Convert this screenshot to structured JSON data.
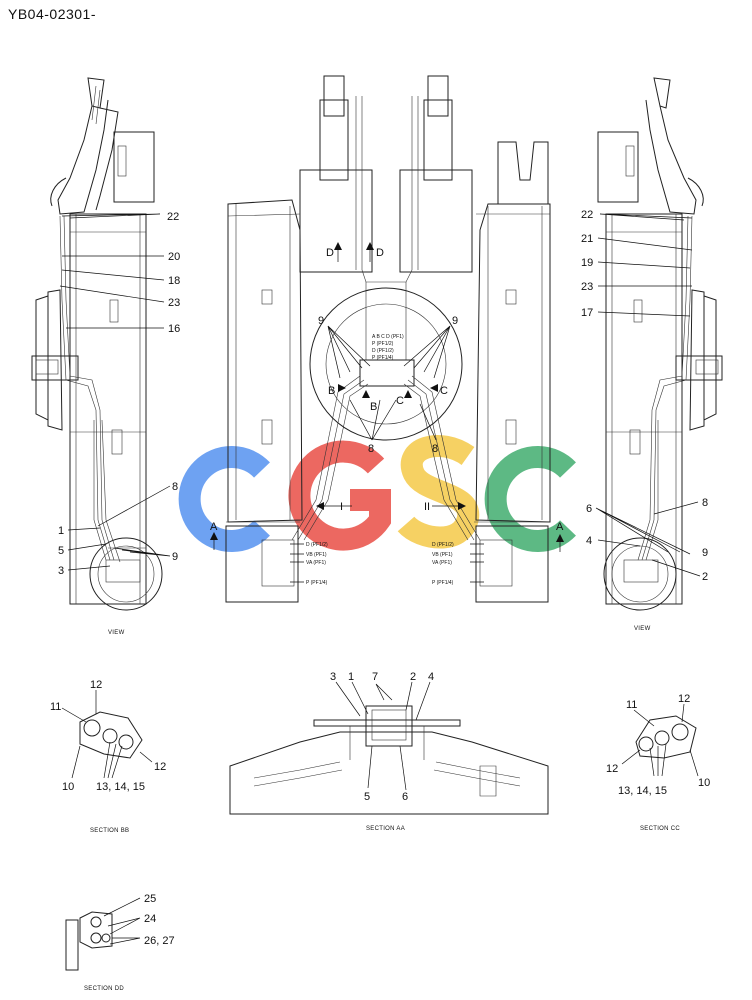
{
  "document": {
    "code": "YB04-02301-"
  },
  "watermark": {
    "letters": [
      "C",
      "G",
      "S",
      "C"
    ],
    "colors": [
      "#4f8ef0",
      "#e8473f",
      "#f5c842",
      "#3aaa6a"
    ]
  },
  "main_view": {
    "section_arrows": {
      "a_left": "A",
      "a_right": "A",
      "b_left": "B",
      "b_mid": "B",
      "c_mid": "C",
      "c_right": "C",
      "d_left": "D",
      "d_right": "D"
    },
    "flow_marks": {
      "left": "I",
      "right": "II"
    },
    "port_labels_left": [
      "D (PF1/2)",
      "VB (PF1)",
      "VA (PF1)",
      "P (PF1/4)"
    ],
    "port_labels_right": [
      "D (PF1/2)",
      "VB (PF1)",
      "VA (PF1)",
      "P (PF1/4)"
    ],
    "center_note": [
      "A B C D (PF1)",
      "P (PF1/2)",
      "D (PF1/2)",
      "P (PF1/4)"
    ],
    "callouts": {
      "nine_left": "9",
      "nine_right": "9",
      "eight_left": "8",
      "eight_right": "8"
    }
  },
  "left_view": {
    "caption": "VIEW",
    "callouts": [
      "22",
      "20",
      "18",
      "23",
      "16",
      "8",
      "1",
      "5",
      "3",
      "9"
    ]
  },
  "right_view": {
    "caption": "VIEW",
    "callouts": [
      "22",
      "21",
      "19",
      "23",
      "17",
      "8",
      "6",
      "4",
      "9",
      "2"
    ]
  },
  "section_bb": {
    "caption": "SECTION BB",
    "callouts": [
      "12",
      "11",
      "12",
      "10",
      "13, 14, 15"
    ]
  },
  "section_aa": {
    "caption": "SECTION AA",
    "callouts": [
      "3",
      "1",
      "7",
      "2",
      "4",
      "5",
      "6"
    ]
  },
  "section_cc": {
    "caption": "SECTION CC",
    "callouts": [
      "12",
      "11",
      "12",
      "13, 14, 15",
      "10"
    ]
  },
  "section_dd": {
    "caption": "SECTION DD",
    "callouts": [
      "25",
      "24",
      "26, 27"
    ]
  }
}
